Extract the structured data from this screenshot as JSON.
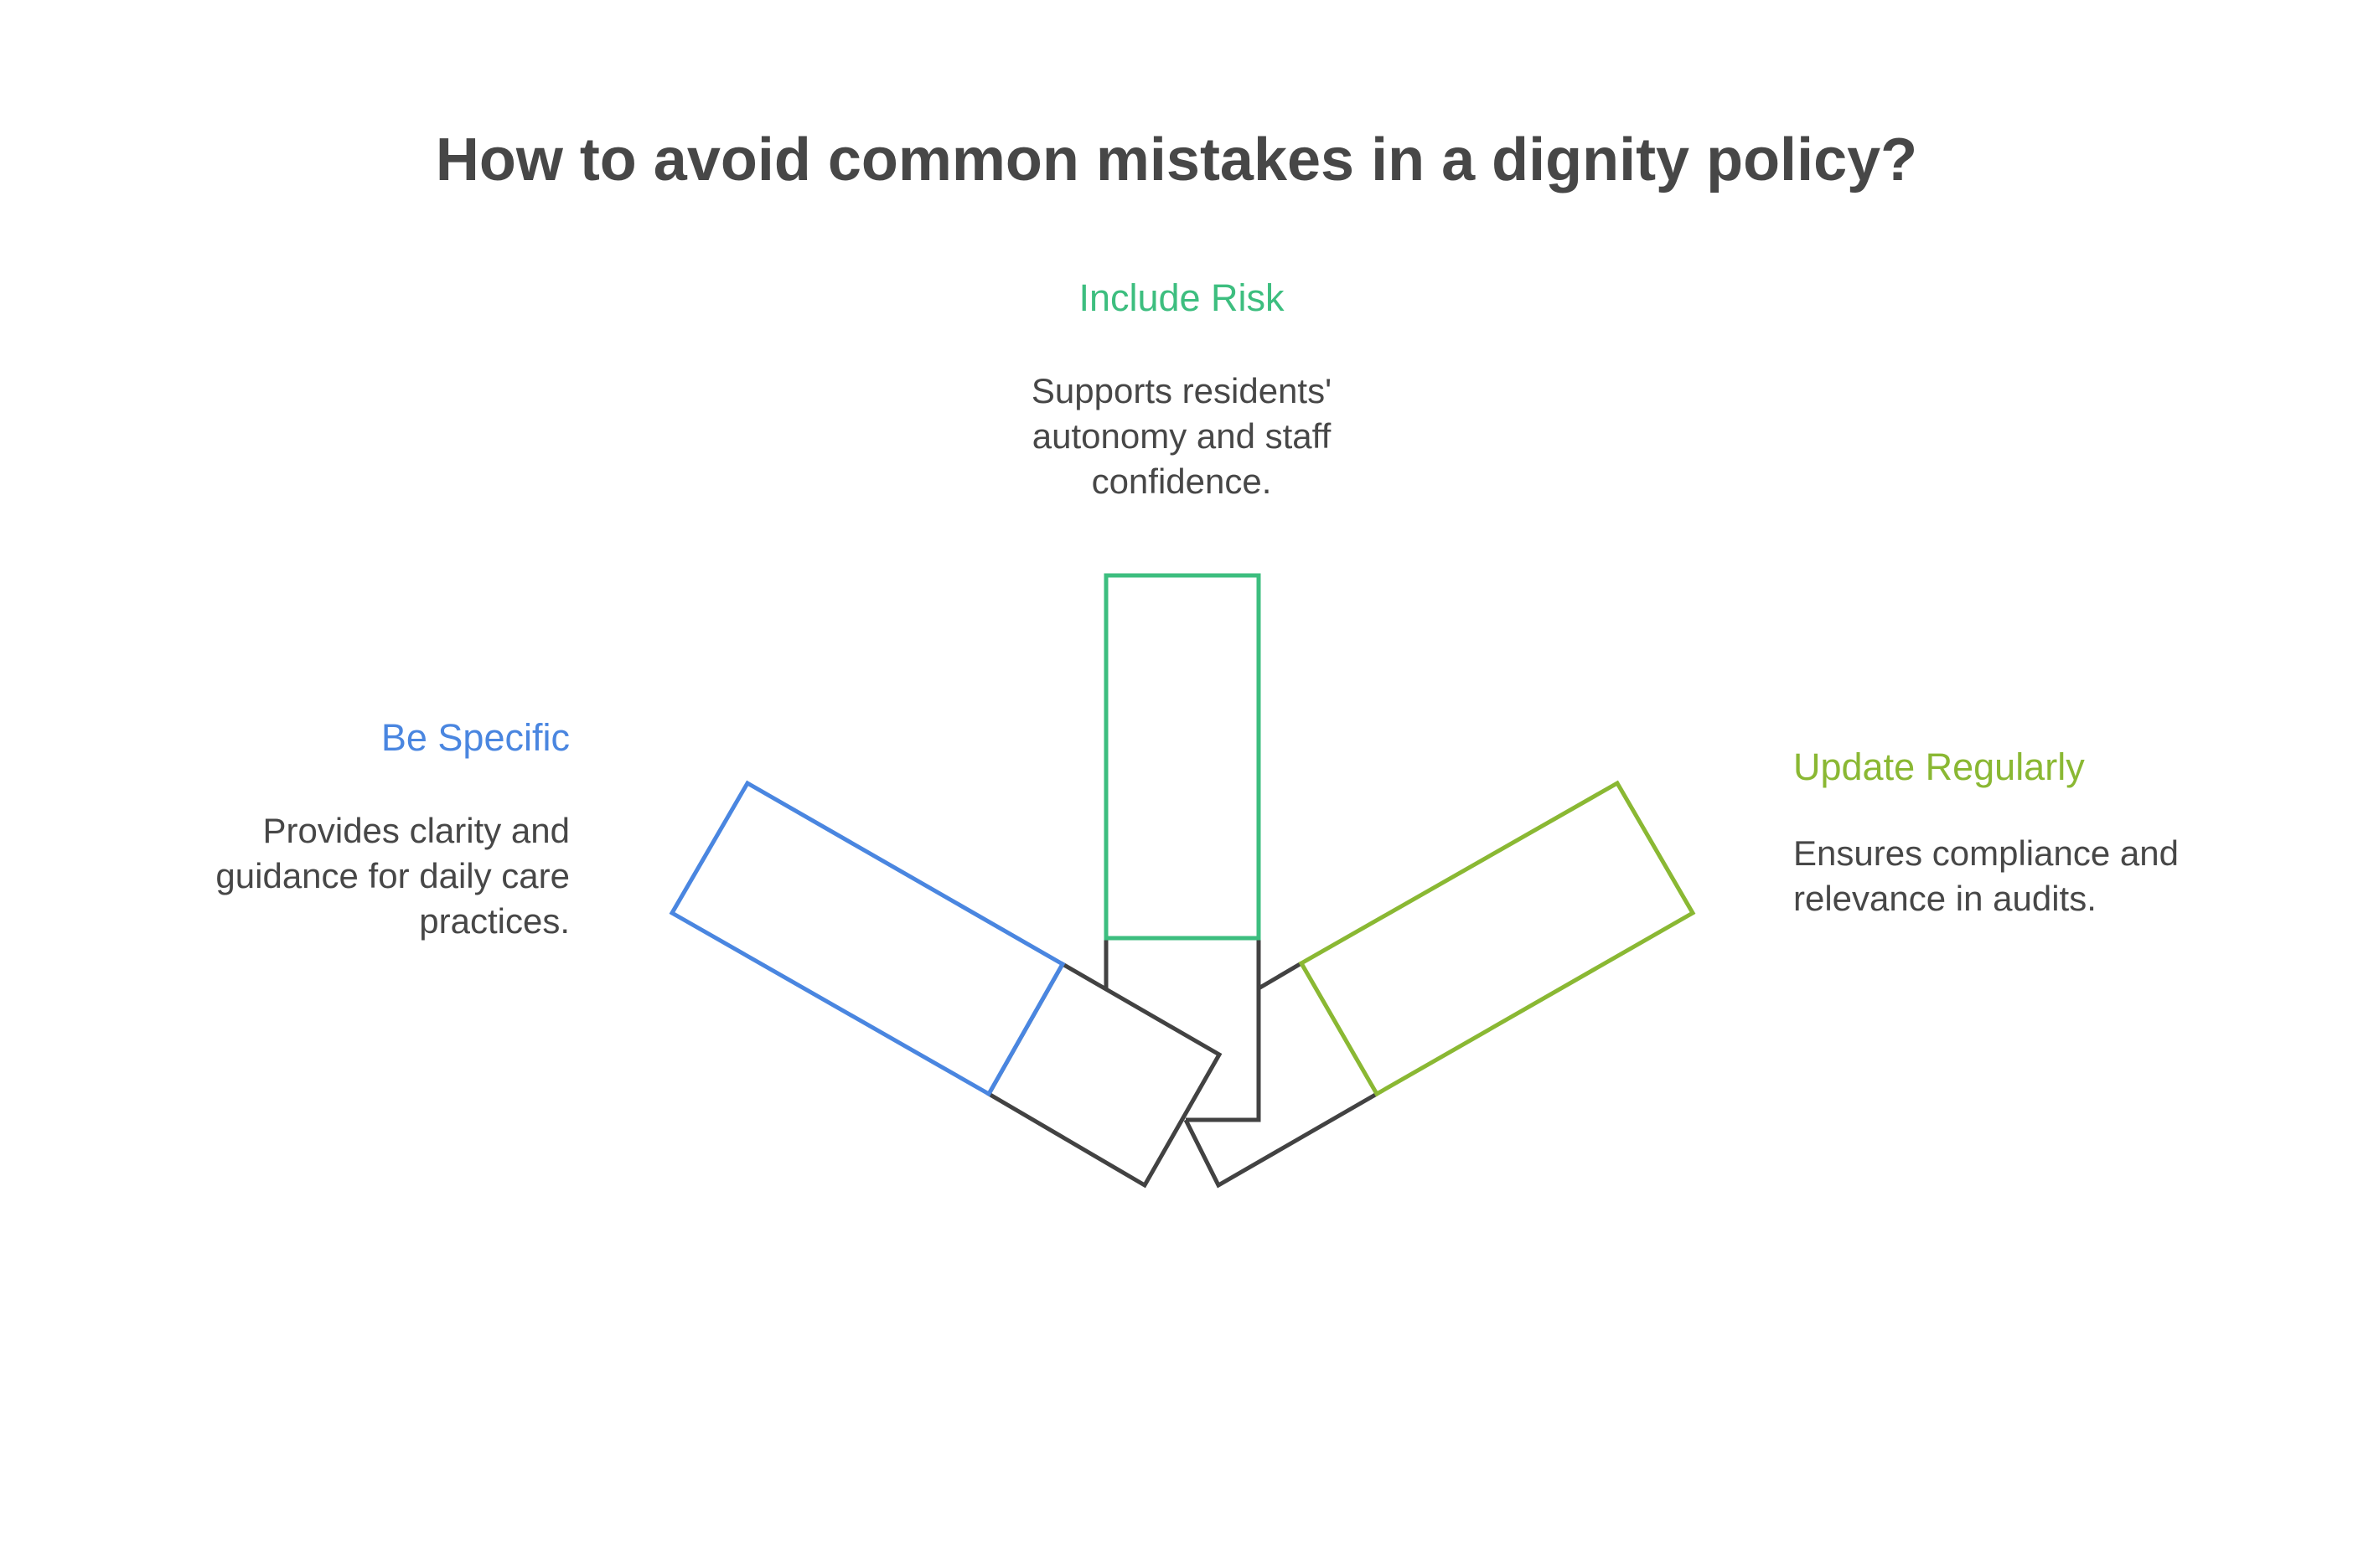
{
  "title": "How to avoid common mistakes in a dignity policy?",
  "items": [
    {
      "heading": "Include Risk",
      "description": "Supports residents' autonomy and staff confidence.",
      "color": "#3DBE7F"
    },
    {
      "heading": "Be Specific",
      "description": "Provides clarity and guidance for daily care practices.",
      "color": "#4A86E0"
    },
    {
      "heading": "Update Regularly",
      "description": "Ensures compliance and relevance in audits.",
      "color": "#8AB833"
    }
  ],
  "base_color": "#424242"
}
